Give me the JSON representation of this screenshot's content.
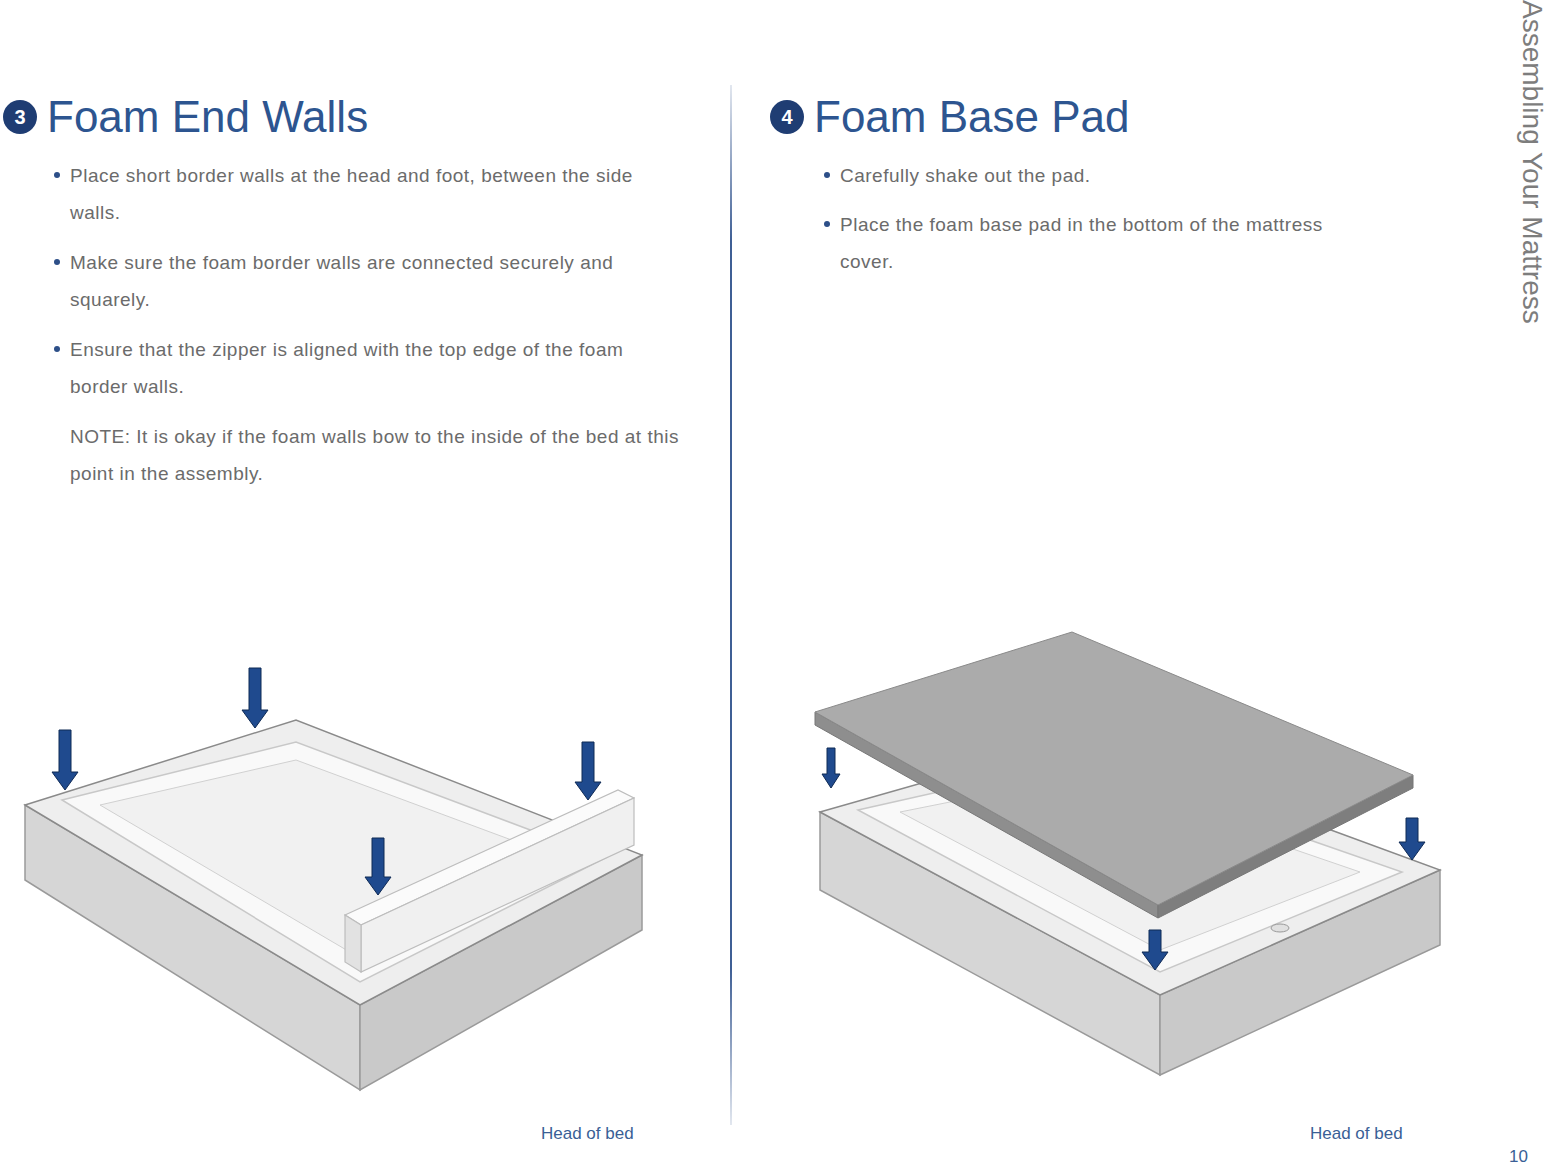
{
  "diagram": {
    "title": "Assembling Your Mattress",
    "nodes": [
      {
        "text": [
          "3",
          "Foam End Walls"
        ]
      },
      {
        "text": [
          "4",
          "Foam Base Pad"
        ]
      }
    ],
    "labels": [
      "Place short border walls at the head and foot, between the side walls.",
      "Make sure the foam border walls are connected securely and squarely.",
      "Ensure that the zipper is aligned with the top edge of the foam border walls.",
      "NOTE: It is okay if the foam walls bow to the inside of the bed at this point in the assembly.",
      "Carefully shake out the pad.",
      "Place the foam base pad in the bottom of the mattress cover.",
      "Head of bed",
      "Head of bed",
      "10"
    ]
  }
}
